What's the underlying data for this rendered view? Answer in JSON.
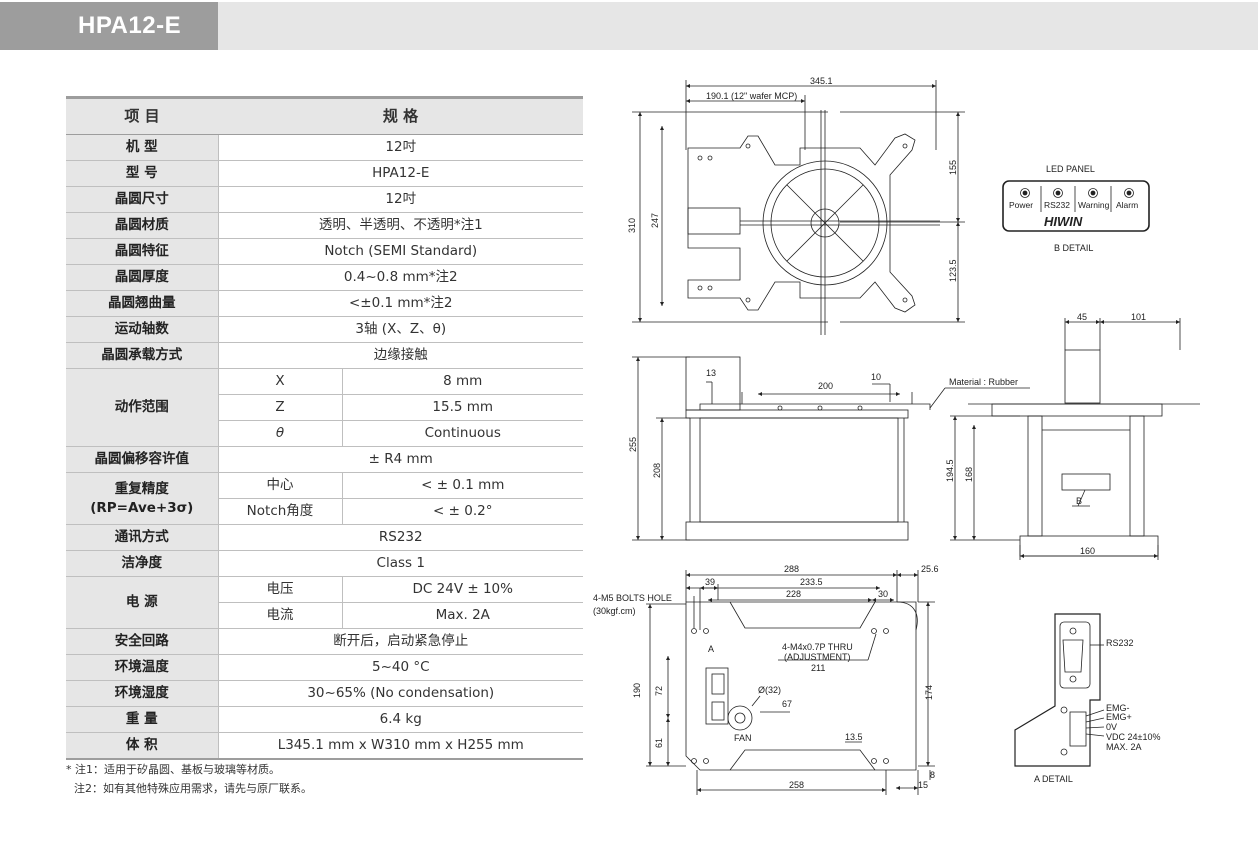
{
  "header": {
    "title": "HPA12-E"
  },
  "table": {
    "head": [
      "项 目",
      "规 格"
    ],
    "rows": {
      "model": [
        "机 型",
        "12吋"
      ],
      "type": [
        "型 号",
        "HPA12-E"
      ],
      "size": [
        "晶圆尺寸",
        "12吋"
      ],
      "material": [
        "晶圆材质",
        "透明、半透明、不透明*注1"
      ],
      "feature": [
        "晶圆特征",
        "Notch (SEMI Standard)"
      ],
      "thickness": [
        "晶圆厚度",
        "0.4~0.8 mm*注2"
      ],
      "warpage": [
        "晶圆翘曲量",
        "<±0.1 mm*注2"
      ],
      "axes": [
        "运动轴数",
        "3轴 (X、Z、θ)"
      ],
      "carry": [
        "晶圆承载方式",
        "边缘接触"
      ],
      "range": {
        "label": "动作范围",
        "x": [
          "X",
          "8 mm"
        ],
        "z": [
          "Z",
          "15.5 mm"
        ],
        "t": [
          "θ",
          "Continuous"
        ]
      },
      "offset": [
        "晶圆偏移容许值",
        "± R4 mm"
      ],
      "repeat": {
        "label1": "重复精度",
        "label2": "(RP=Ave+3σ)",
        "center": [
          "中心",
          "< ± 0.1 mm"
        ],
        "notch": [
          "Notch角度",
          "< ± 0.2°"
        ]
      },
      "comm": [
        "通讯方式",
        "RS232"
      ],
      "clean": [
        "洁净度",
        "Class 1"
      ],
      "power": {
        "label": "电 源",
        "voltage": [
          "电压",
          "DC 24V ± 10%"
        ],
        "current": [
          "电流",
          "Max. 2A"
        ]
      },
      "safety": [
        "安全回路",
        "断开后，启动紧急停止"
      ],
      "temp": [
        "环境温度",
        "5~40 °C"
      ],
      "humidity": [
        "环境湿度",
        "30~65% (No condensation)"
      ],
      "weight": [
        "重 量",
        "6.4 kg"
      ],
      "volume": [
        "体 积",
        "L345.1 mm x W310 mm x H255 mm"
      ]
    }
  },
  "notes": {
    "n1": "* 注1：适用于矽晶圆、基板与玻璃等材质。",
    "n2": "注2：如有其他特殊应用需求，请先与原厂联系。"
  },
  "drawing": {
    "top": {
      "d1": "345.1",
      "d2": "190.1 (12\" wafer MCP)",
      "d3": "310",
      "d4": "247",
      "d5": "155",
      "d6": "123.5"
    },
    "led": {
      "title": "LED PANEL",
      "brand": "HIWIN",
      "detail": "B DETAIL",
      "labels": [
        "Power",
        "RS232",
        "Warning",
        "Alarm"
      ]
    },
    "front": {
      "d13": "13",
      "d200": "200",
      "d10": "10",
      "d255": "255",
      "d208": "208",
      "material": "Material : Rubber"
    },
    "side": {
      "d45": "45",
      "d101": "101",
      "d1945": "194.5",
      "d168": "168",
      "d160": "160",
      "b": "B"
    },
    "bottom": {
      "d288": "288",
      "d256": "25.6",
      "d39": "39",
      "d2335": "233.5",
      "d228": "228",
      "d30": "30",
      "bolts1": "4-M5 BOLTS HOLE",
      "bolts2": "(30kgf.cm)",
      "thru1": "4-M4x0.7P THRU",
      "thru2": "(ADJUSTMENT)",
      "d211": "211",
      "a": "A",
      "fan": "FAN",
      "d32": "Ø(32)",
      "d67": "67",
      "d135": "13.5",
      "d190": "190",
      "d72": "72",
      "d61": "61",
      "d174": "174",
      "d8": "8",
      "d258": "258",
      "d15": "15"
    },
    "adetail": {
      "rs232": "RS232",
      "emgm": "EMG-",
      "emgp": "EMG+",
      "ov": "0V",
      "vdc": "VDC 24±10%",
      "max": "MAX. 2A",
      "title": "A DETAIL"
    }
  }
}
